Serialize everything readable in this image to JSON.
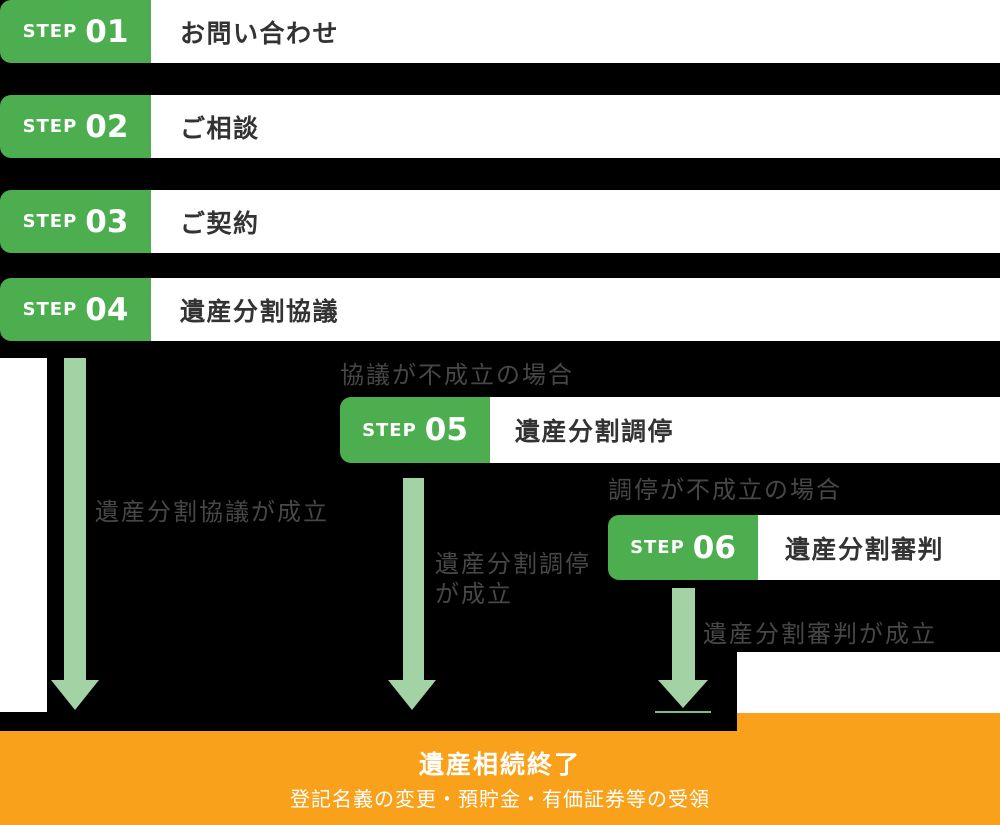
{
  "colors": {
    "badge_green": "#4CAE4F",
    "arrow_green": "#A3D2A4",
    "underline_green": "#7FBE82",
    "footer_orange": "#F9A11A",
    "label_gray": "#474747",
    "row_text": "#333333"
  },
  "badge_word": "STEP",
  "steps": [
    {
      "num": "01",
      "title": "お問い合わせ"
    },
    {
      "num": "02",
      "title": "ご相談"
    },
    {
      "num": "03",
      "title": "ご契約"
    },
    {
      "num": "04",
      "title": "遺産分割協議"
    },
    {
      "num": "05",
      "title": "遺産分割調停",
      "condition": "協議が不成立の場合"
    },
    {
      "num": "06",
      "title": "遺産分割審判",
      "condition": "調停が不成立の場合"
    }
  ],
  "outcomes": {
    "discussion": "遺産分割協議が成立",
    "mediation_line1": "遺産分割調停",
    "mediation_line2": "が成立",
    "adjudication": "遺産分割審判が成立"
  },
  "footer": {
    "title": "遺産相続終了",
    "subtitle": "登記名義の変更・預貯金・有価証券等の受領"
  }
}
